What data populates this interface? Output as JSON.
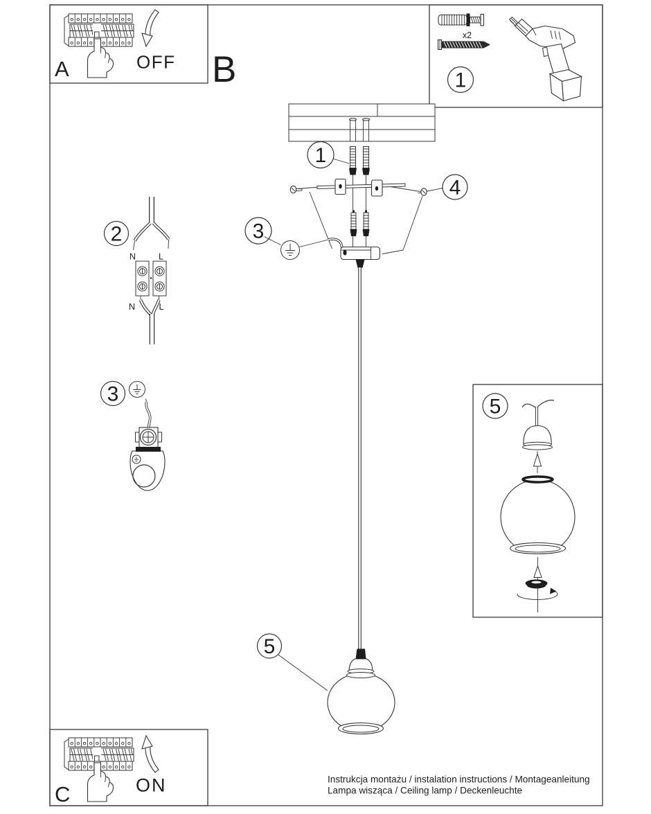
{
  "document": {
    "footer": {
      "line1": "Instrukcja montażu / instalation instructions / Montageanleitung",
      "line2": "Lampa wisząca / Ceiling lamp / Deckenleuchte"
    }
  },
  "sections": {
    "a": {
      "label": "A",
      "switch_state": "OFF"
    },
    "b": {
      "label": "B"
    },
    "c": {
      "label": "C",
      "switch_state": "ON"
    }
  },
  "kit": {
    "step": "1",
    "quantity": "x2"
  },
  "callouts": {
    "s1": "1",
    "s2": "2",
    "s3": "3",
    "s4": "4",
    "s5": "5"
  },
  "wiring": {
    "neutral": "N",
    "live": "L"
  },
  "colors": {
    "line": "#333333",
    "ink": "#1d1d1d",
    "background": "#ffffff"
  }
}
